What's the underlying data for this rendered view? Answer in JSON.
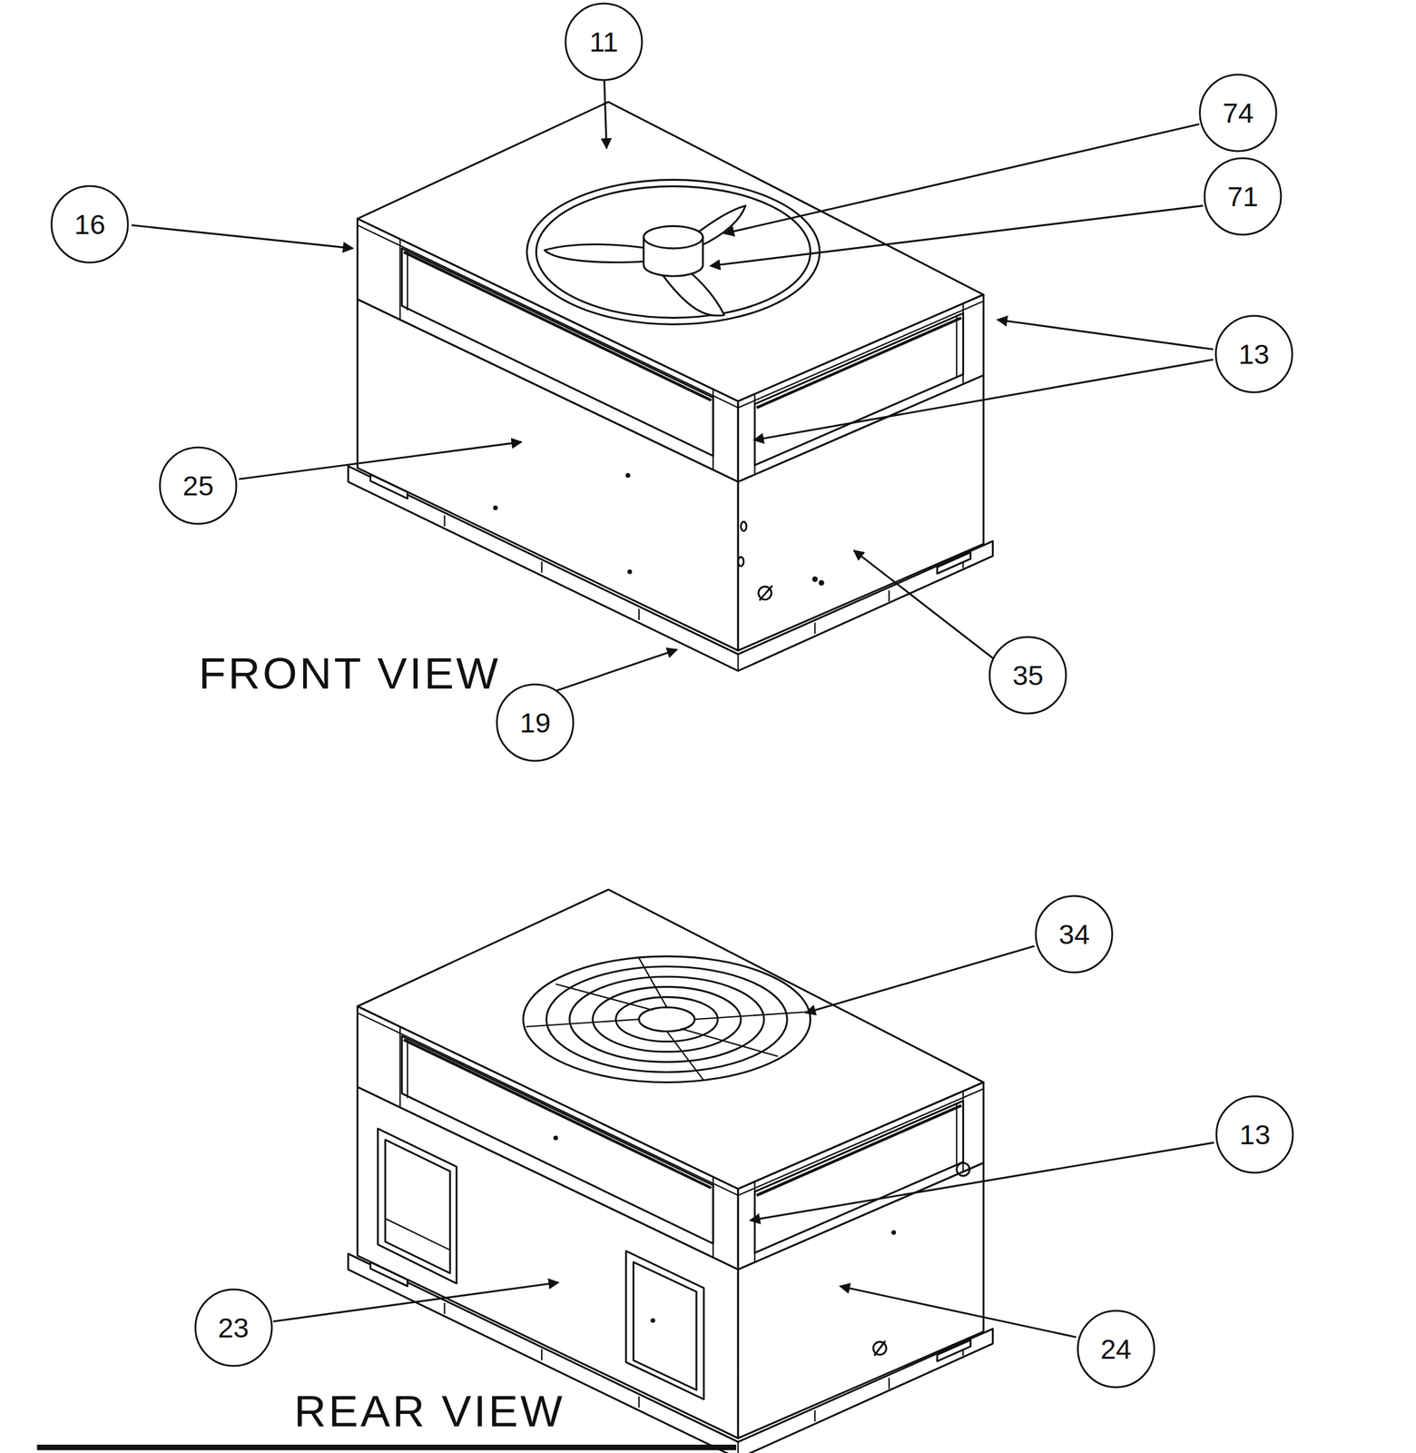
{
  "diagram": {
    "nodes": [
      {
        "text": [
          "11"
        ]
      },
      {
        "text": [
          "74"
        ]
      },
      {
        "text": [
          "16"
        ]
      },
      {
        "text": [
          "71"
        ]
      },
      {
        "text": [
          "13"
        ]
      },
      {
        "text": [
          "25"
        ]
      },
      {
        "text": [
          "35"
        ]
      },
      {
        "text": [
          "19"
        ]
      },
      {
        "text": [
          "34"
        ]
      },
      {
        "text": [
          "13"
        ]
      },
      {
        "text": [
          "23"
        ]
      },
      {
        "text": [
          "24"
        ]
      }
    ],
    "labels": [
      "FRONT VIEW",
      "REAR VIEW"
    ]
  }
}
